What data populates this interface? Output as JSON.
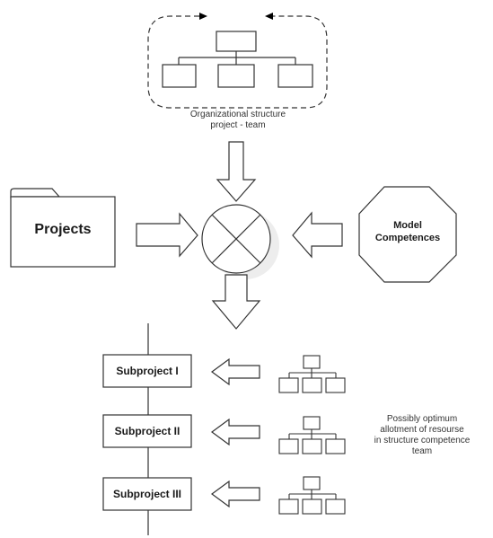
{
  "org_structure": {
    "label_line1": "Organizational structure",
    "label_line2": "project - team"
  },
  "projects": {
    "label": "Projects"
  },
  "model_competences": {
    "label_line1": "Model",
    "label_line2": "Competences"
  },
  "subprojects": [
    {
      "label": "Subproject I"
    },
    {
      "label": "Subproject II"
    },
    {
      "label": "Subproject III"
    }
  ],
  "allotment_note": {
    "line1": "Possibly optimum",
    "line2": "allotment of resourse",
    "line3": "in structure competence",
    "line4": "team"
  },
  "colors": {
    "stroke": "#333333",
    "fill": "#ffffff",
    "text": "#1a1a1a",
    "shadow": "#e6e6e6"
  }
}
